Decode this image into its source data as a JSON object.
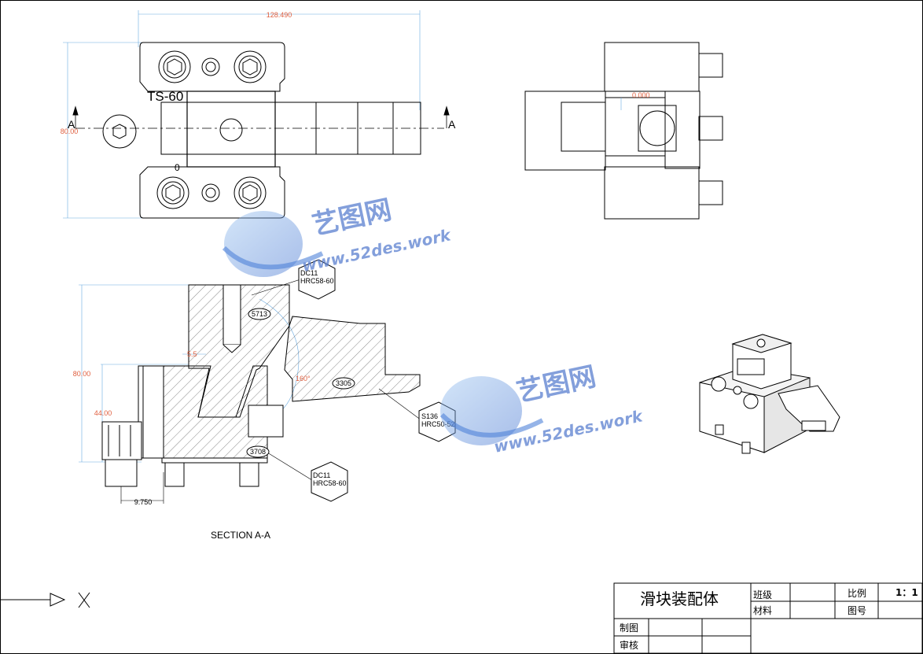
{
  "drawing": {
    "section_label": "SECTION A-A",
    "section_marker_left": "A",
    "section_marker_right": "A",
    "part_marking_top": "TS-60",
    "part_marking_bottom": "0"
  },
  "dimensions": {
    "width_top": "128.490",
    "height_left": "80.00",
    "height_section": "80.00",
    "height_44": "44.00",
    "offset_55": "5.5",
    "offset_0": "0.000",
    "bottom_9750": "9.750",
    "angle": "160°"
  },
  "callouts": {
    "top_hex_line1": "DC11",
    "top_hex_line2": "HRC58-60",
    "mid_hex_line1": "S136",
    "mid_hex_line2": "HRC50-52",
    "bottom_hex_line1": "DC11",
    "bottom_hex_line2": "HRC58-60",
    "part_5713": "5713",
    "part_3305": "3305",
    "part_3708": "3708"
  },
  "watermark": {
    "brand": "艺图网",
    "url": "www.52des.work"
  },
  "title_block": {
    "title": "滑块装配体",
    "class_label": "班级",
    "material_label": "材料",
    "scale_label": "比例",
    "scale_value": "1：1",
    "drawing_no_label": "图号",
    "drawn_label": "制图",
    "checked_label": "审核"
  },
  "icons": {
    "hatch": "hatch-pattern",
    "axis_arrow": "axis-triad-icon"
  }
}
